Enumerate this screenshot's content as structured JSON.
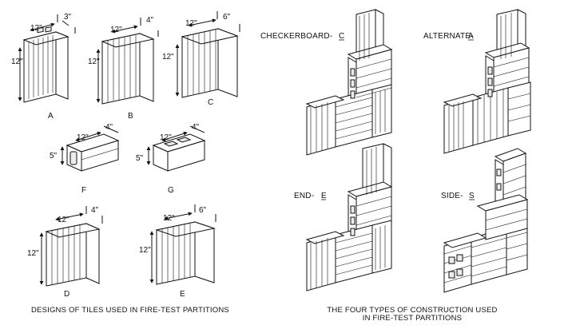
{
  "tiles": [
    {
      "id": "A",
      "width": "12\"",
      "height": "12\"",
      "depth": "3\""
    },
    {
      "id": "B",
      "width": "12\"",
      "height": "12\"",
      "depth": "4\""
    },
    {
      "id": "C",
      "width": "12\"",
      "height": "12\"",
      "depth": "6\""
    },
    {
      "id": "F",
      "width": "12\"",
      "height": "5\"",
      "depth": "4\""
    },
    {
      "id": "G",
      "width": "12\"",
      "height": "5\"",
      "depth": "4\""
    },
    {
      "id": "D",
      "width": "12\"",
      "height": "12\"",
      "depth": "4\""
    },
    {
      "id": "E",
      "width": "12\"",
      "height": "12\"",
      "depth": "6\""
    }
  ],
  "constructions": [
    {
      "name": "CHECKERBOARD-",
      "code": "C"
    },
    {
      "name": "ALTERNATE-",
      "code": "A"
    },
    {
      "name": "END-",
      "code": "E"
    },
    {
      "name": "SIDE-",
      "code": "S"
    }
  ],
  "captions": {
    "left": "DESIGNS OF TILES USED IN FIRE-TEST PARTITIONS",
    "right_line1": "THE FOUR TYPES OF CONSTRUCTION USED",
    "right_line2": "IN FIRE-TEST PARTITIONS"
  }
}
